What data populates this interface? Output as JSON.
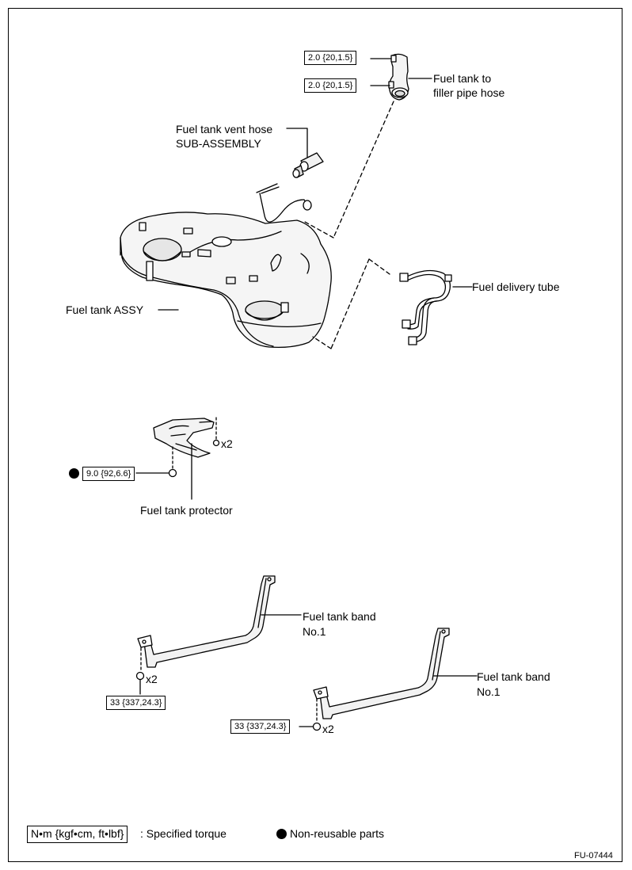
{
  "labels": {
    "filler_hose_line1": "Fuel tank to",
    "filler_hose_line2": "filler pipe hose",
    "vent_hose_line1": "Fuel tank vent hose",
    "vent_hose_line2": "SUB-ASSEMBLY",
    "tank_assy": "Fuel tank ASSY",
    "delivery_tube": "Fuel delivery tube",
    "protector": "Fuel tank protector",
    "band1_line1": "Fuel tank band",
    "band1_line2": "No.1",
    "band2_line1": "Fuel tank band",
    "band2_line2": "No.1"
  },
  "torques": {
    "hose_upper": "2.0 {20,1.5}",
    "hose_lower": "2.0 {20,1.5}",
    "protector_nut": "9.0 {92,6.6}",
    "band1_bolt": "33 {337,24.3}",
    "band2_bolt": "33 {337,24.3}"
  },
  "quantities": {
    "protector_bolt": "x2",
    "band1_bolt": "x2",
    "band2_bolt": "x2"
  },
  "legend": {
    "torque_unit": "N•m {kgf•cm, ft•lbf}",
    "torque_desc": ": Specified torque",
    "non_reusable": "Non-reusable parts"
  },
  "figure_code": "FU-07444"
}
